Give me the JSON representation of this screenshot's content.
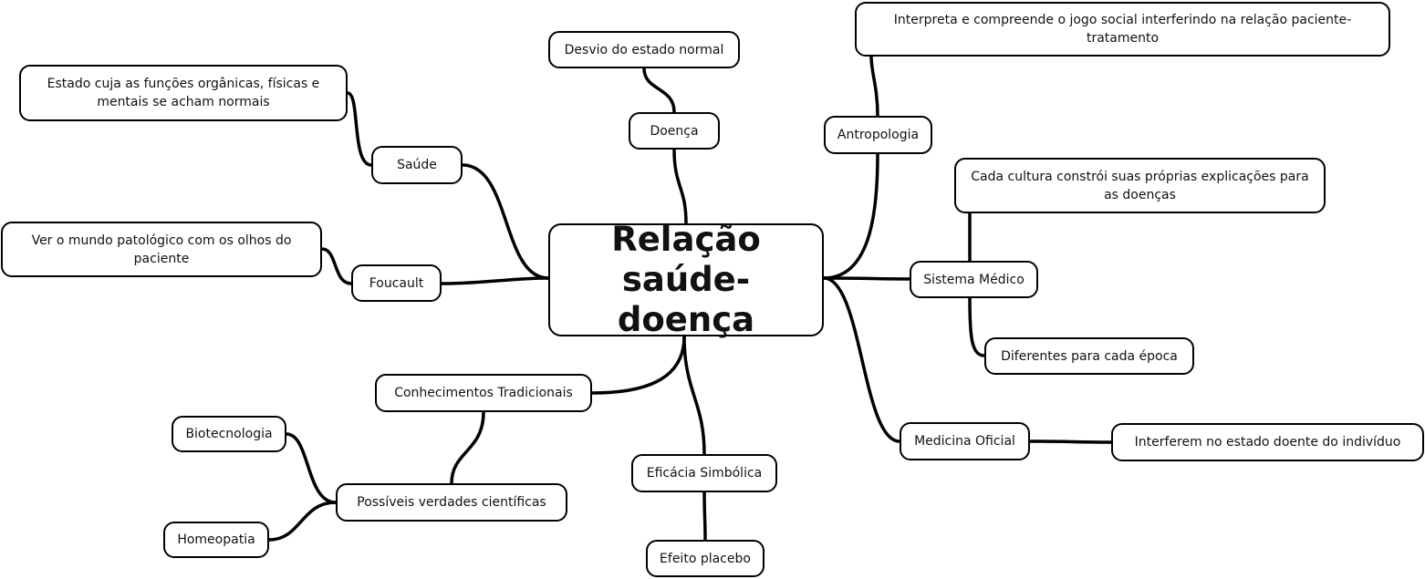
{
  "center": {
    "line1": "Relação",
    "line2": "saúde-doença"
  },
  "nodes": {
    "desvio": "Desvio do estado normal",
    "doenca": "Doença",
    "estado": "Estado cuja as funções orgânicas, físicas e mentais se acham normais",
    "saude": "Saúde",
    "ver": "Ver o mundo patológico com os olhos do paciente",
    "foucault": "Foucault",
    "conhec": "Conhecimentos Tradicionais",
    "biotec": "Biotecnologia",
    "possiveis": "Possíveis verdades científicas",
    "homeo": "Homeopatia",
    "eficacia": "Eficácia Simbólica",
    "placebo": "Efeito placebo",
    "interpreta": "Interpreta e compreende o jogo social interferindo na relação paciente-tratamento",
    "antropo": "Antropologia",
    "cada": "Cada cultura constrói suas próprias explicações para as doenças",
    "sistema": "Sistema Médico",
    "diferentes": "Diferentes para cada época",
    "medicina": "Medicina Oficial",
    "interferem": "Interferem no estado doente do indivíduo"
  }
}
